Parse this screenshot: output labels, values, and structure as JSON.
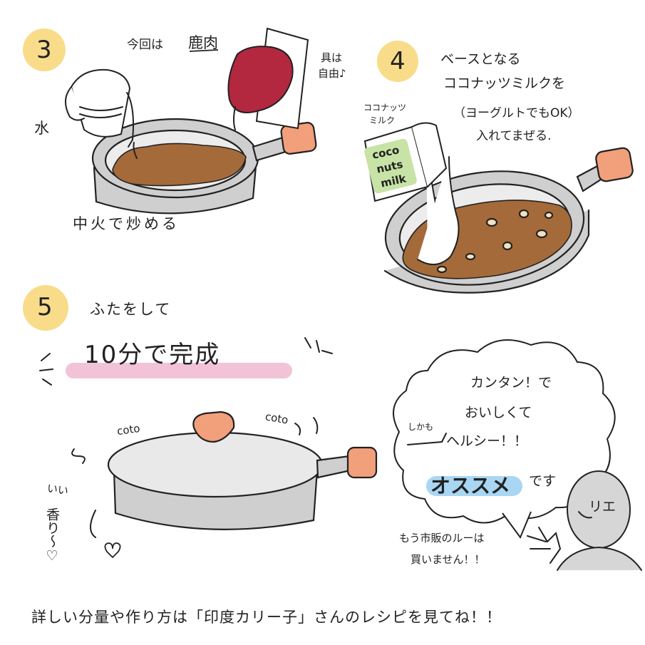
{
  "colors": {
    "step_circle": "#f9dc8a",
    "pan_body": "#cfcfcf",
    "pan_handle": "#f2a07b",
    "curry": "#a56a3a",
    "meat": "#b3283f",
    "coconut_label_bg": "#c8e3a6",
    "pink_highlight": "#f2c3d6",
    "blue_highlight": "#a9d6f2",
    "outline": "#222222"
  },
  "step3": {
    "number": "3",
    "note_top": "今回は",
    "note_meat": "鹿肉",
    "note_side_1": "具は",
    "note_side_2": "自由♪",
    "water": "水",
    "instruction": "中火で炒める"
  },
  "step4": {
    "number": "4",
    "line1": "ベースとなる",
    "line2": "ココナッツミルクを",
    "line3": "（ヨーグルトでもOK）",
    "line4": "入れてまぜる.",
    "carton_caption_1": "ココナッツ",
    "carton_caption_2": "ミルク",
    "carton_1": "coco",
    "carton_2": "nuts",
    "carton_3": "milk"
  },
  "step5": {
    "number": "5",
    "line1": "ふたをして",
    "line2": "10分で完成",
    "sound_left": "coto",
    "sound_right": "coto",
    "smell_1": "いい",
    "smell_2": "香り〜♡"
  },
  "bubble": {
    "line1": "カンタン！で",
    "line2": "おいしくて",
    "shikamo": "しかも",
    "line3": "ヘルシー！！",
    "osusume": "オススメ",
    "desu": "です"
  },
  "character": {
    "name": "リエ",
    "speech_1": "もう市販のルーは",
    "speech_2": "買いません！！"
  },
  "footer": "詳しい分量や作り方は「印度カリー子」さんのレシピを見てね！！"
}
